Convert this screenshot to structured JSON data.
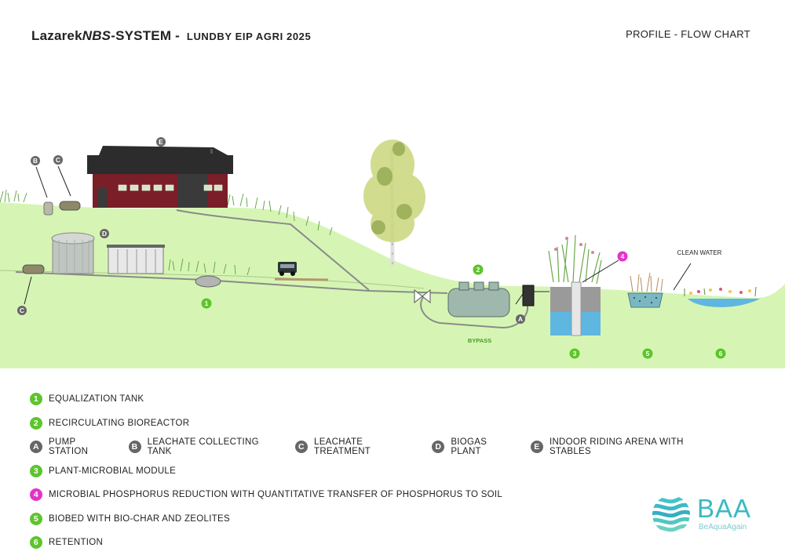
{
  "header": {
    "title_part1": "Lazarek",
    "title_part2": "NBS",
    "title_part3": "-SYSTEM -",
    "subtitle": "LUNDBY EIP AGRI 2025",
    "right_label": "PROFILE - FLOW CHART"
  },
  "diagram": {
    "markers": {
      "E": "E",
      "B": "B",
      "C": "C",
      "D": "D",
      "A": "A",
      "n1": "1",
      "n2": "2",
      "n3": "3",
      "n4": "4",
      "n5": "5",
      "n6": "6"
    },
    "bypass_label": "BYPASS",
    "clean_water_label": "CLEAN WATER"
  },
  "legend": {
    "items": [
      {
        "badge": "1",
        "text": "EQUALIZATION TANK"
      },
      {
        "badge": "2",
        "text": "RECIRCULATING BIOREACTOR"
      },
      {
        "badge": "A",
        "text": "PUMP STATION"
      },
      {
        "badge": "B",
        "text": "LEACHATE COLLECTING TANK"
      },
      {
        "badge": "C",
        "text": "LEACHATE TREATMENT"
      },
      {
        "badge": "D",
        "text": "BIOGAS PLANT"
      },
      {
        "badge": "E",
        "text": "INDOOR RIDING ARENA WITH STABLES"
      },
      {
        "badge": "3",
        "text": "PLANT-MICROBIAL MODULE"
      },
      {
        "badge": "4",
        "text": "MICROBIAL PHOSPHORUS REDUCTION WITH QUANTITATIVE TRANSFER OF PHOSPHORUS TO SOIL"
      },
      {
        "badge": "5",
        "text": "BIOBED WITH BIO-CHAR AND ZEOLITES"
      },
      {
        "badge": "6",
        "text": "RETENTION"
      }
    ]
  },
  "logo": {
    "name": "BAA",
    "tagline": "BeAquaAgain"
  },
  "colors": {
    "ground": "#d6f5b4",
    "green_badge": "#5cc52b",
    "grey_badge": "#666666",
    "pink_badge": "#e433c6",
    "barn_red": "#7a1e28",
    "water": "#5fb6e0",
    "logo": "#3bb9c1"
  }
}
